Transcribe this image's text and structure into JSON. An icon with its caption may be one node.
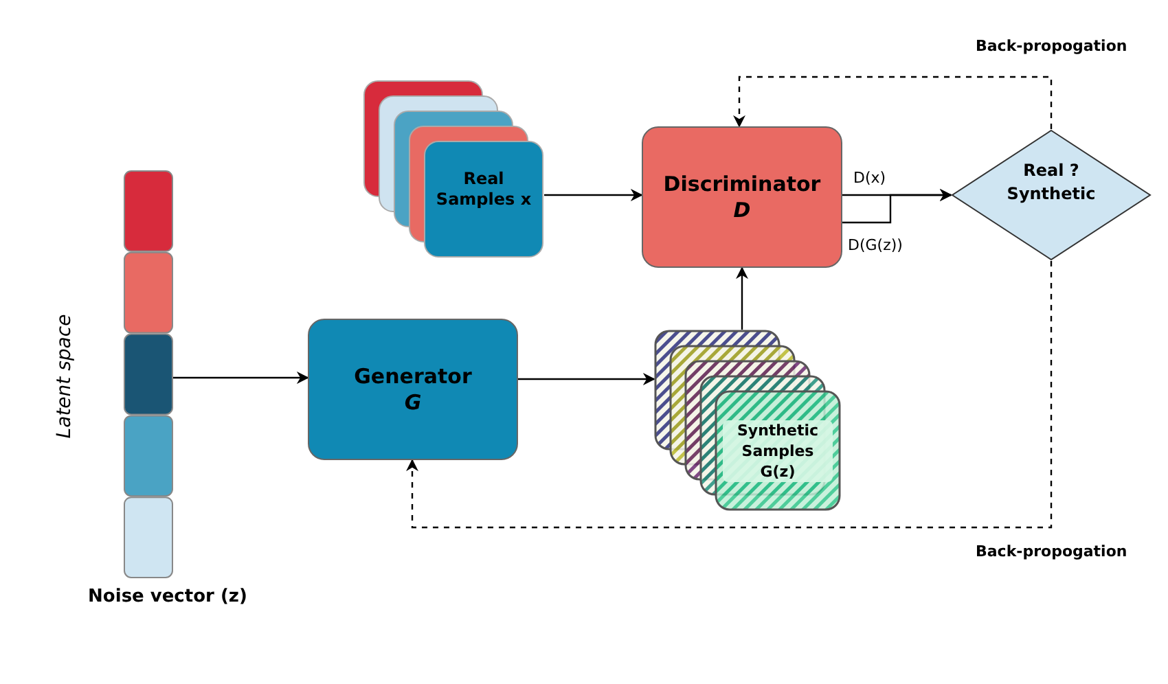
{
  "diagram": {
    "nodes": [
      {
        "text": [
          "Noise vector (z)"
        ],
        "beside": [
          "Latent space"
        ]
      },
      {
        "text": [
          "Real Samples x"
        ]
      },
      {
        "text": [
          "Discriminator",
          "D"
        ]
      },
      {
        "text": [
          "Real ? Synthetic"
        ]
      },
      {
        "text": [
          "Generator",
          "G"
        ]
      },
      {
        "text": [
          "Synthetic Samples G(z)"
        ]
      }
    ],
    "edges": [
      {
        "from": 0,
        "to": 4,
        "arrow": "to"
      },
      {
        "from": 1,
        "to": 2,
        "arrow": "to"
      },
      {
        "from": 4,
        "to": 5,
        "arrow": "to"
      },
      {
        "from": 5,
        "to": 2,
        "arrow": "to"
      },
      {
        "from": 2,
        "to": 3,
        "arrow": "to",
        "label": "D(x)"
      },
      {
        "from": 2,
        "to": 3,
        "arrow": "to",
        "label": "D(G(z))"
      },
      {
        "from": 3,
        "to": 2,
        "arrow": "to",
        "style": "dashed"
      },
      {
        "from": 3,
        "to": 4,
        "arrow": "to",
        "style": "dashed"
      }
    ],
    "labels": [
      "Back-propogation",
      "Back-propogation"
    ]
  }
}
